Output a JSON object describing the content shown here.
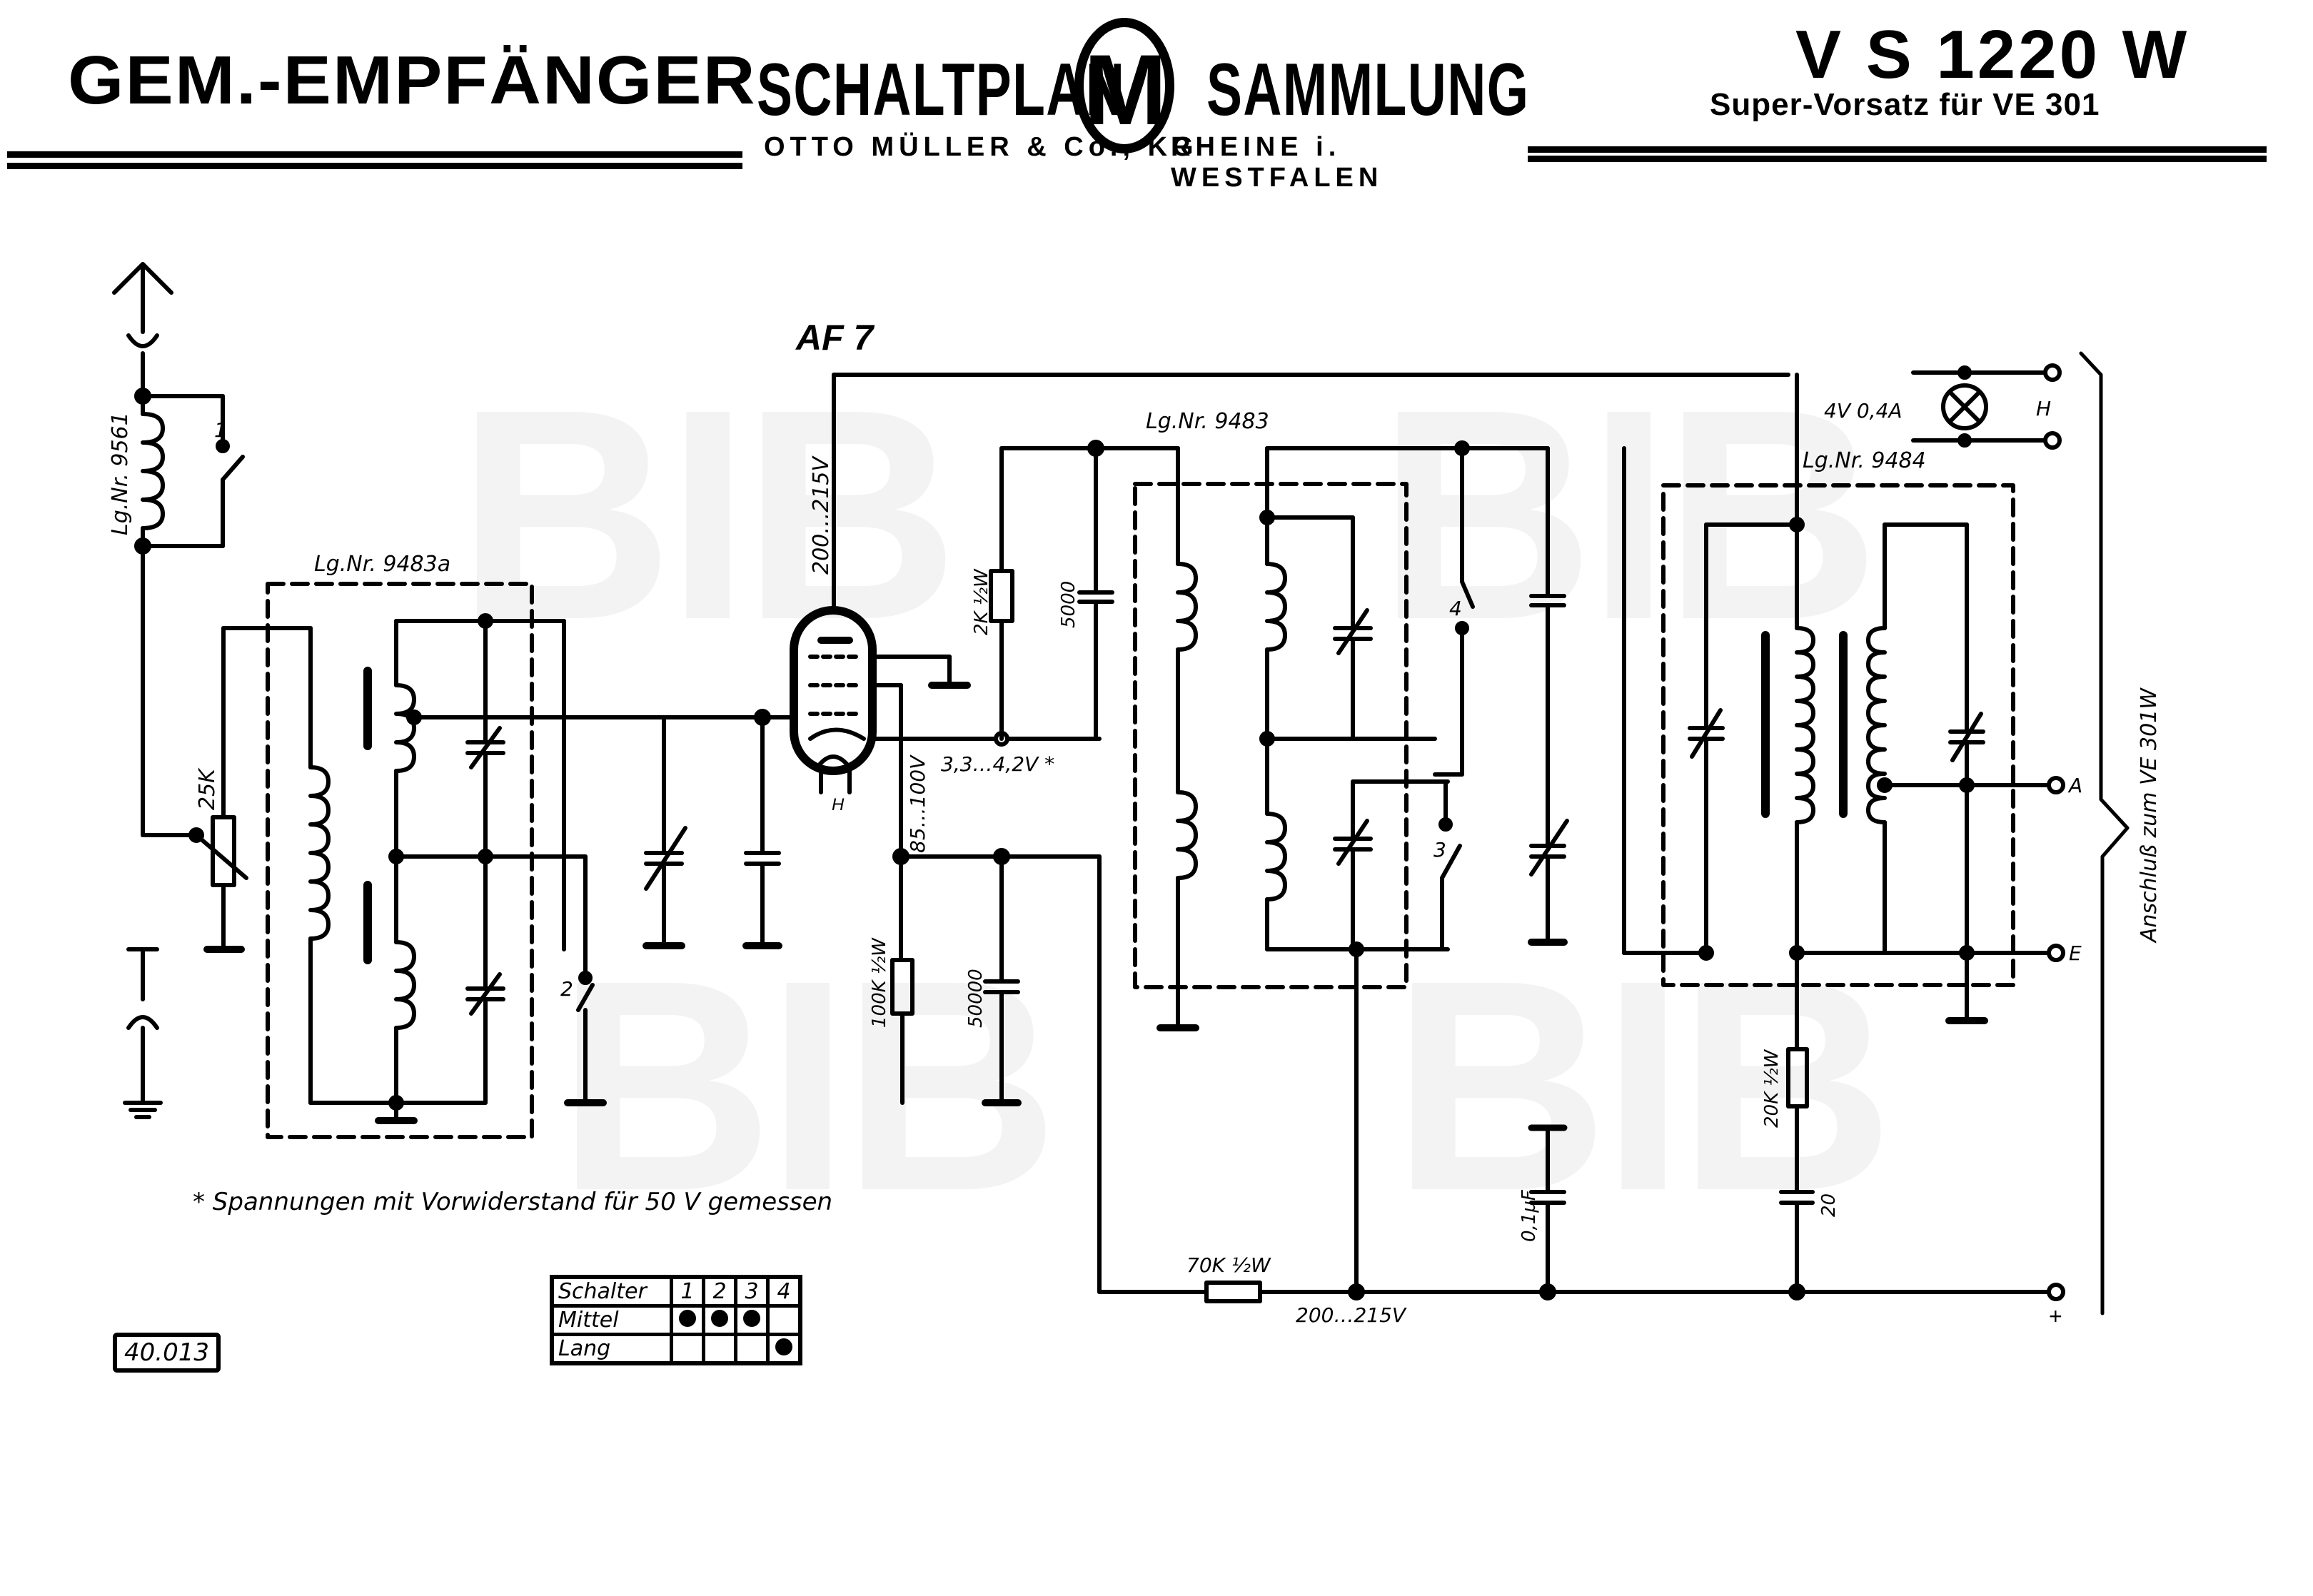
{
  "header": {
    "left_title": "GEM.-EMPFÄNGER",
    "logo": {
      "word_left": "SCHALTPLAN",
      "word_right": "SAMMLUNG",
      "monogram": "M",
      "publisher_left": "OTTO MÜLLER & Co., KG",
      "publisher_right": "RHEINE i. WESTFALEN"
    },
    "model": "V S 1220 W",
    "subtitle": "Super-Vorsatz für VE 301"
  },
  "watermark": "BIB",
  "schematic": {
    "tube": "AF 7",
    "coil_labels": {
      "antenna_coil": "Lg.Nr. 9561",
      "input_filter": "Lg.Nr. 9483a",
      "osc_coil": "Lg.Nr. 9483",
      "if_filter": "Lg.Nr. 9484"
    },
    "components": {
      "pot": "25K",
      "r_cathode": "2K ½W",
      "c_cathode": "5000",
      "r_screen": "100K ½W",
      "c_screen": "50000",
      "r_supply": "70K ½W",
      "c_supply": "0,1µF",
      "r_output": "20K ½W",
      "c_output": "20",
      "lamp": "4V 0,4A"
    },
    "voltages": {
      "anode": "200…215V",
      "cathode": "3,3…4,2V *",
      "screen": "85…100V",
      "supply": "200…215V"
    },
    "switch_labels": [
      "1",
      "2",
      "3",
      "4"
    ],
    "heater_label": "H",
    "terminals": {
      "heater": "H",
      "antenna_out": "A",
      "earth": "E",
      "plus": "+"
    },
    "connection_note": "Anschluß zum VE 301W"
  },
  "footnote": "* Spannungen mit Vorwiderstand für 50 V gemessen",
  "document_number": "40.013",
  "switch_table": {
    "header": [
      "Schalter",
      "1",
      "2",
      "3",
      "4"
    ],
    "rows": [
      {
        "label": "Mittel",
        "on": [
          true,
          true,
          true,
          false
        ]
      },
      {
        "label": "Lang",
        "on": [
          false,
          false,
          false,
          true
        ]
      }
    ]
  }
}
